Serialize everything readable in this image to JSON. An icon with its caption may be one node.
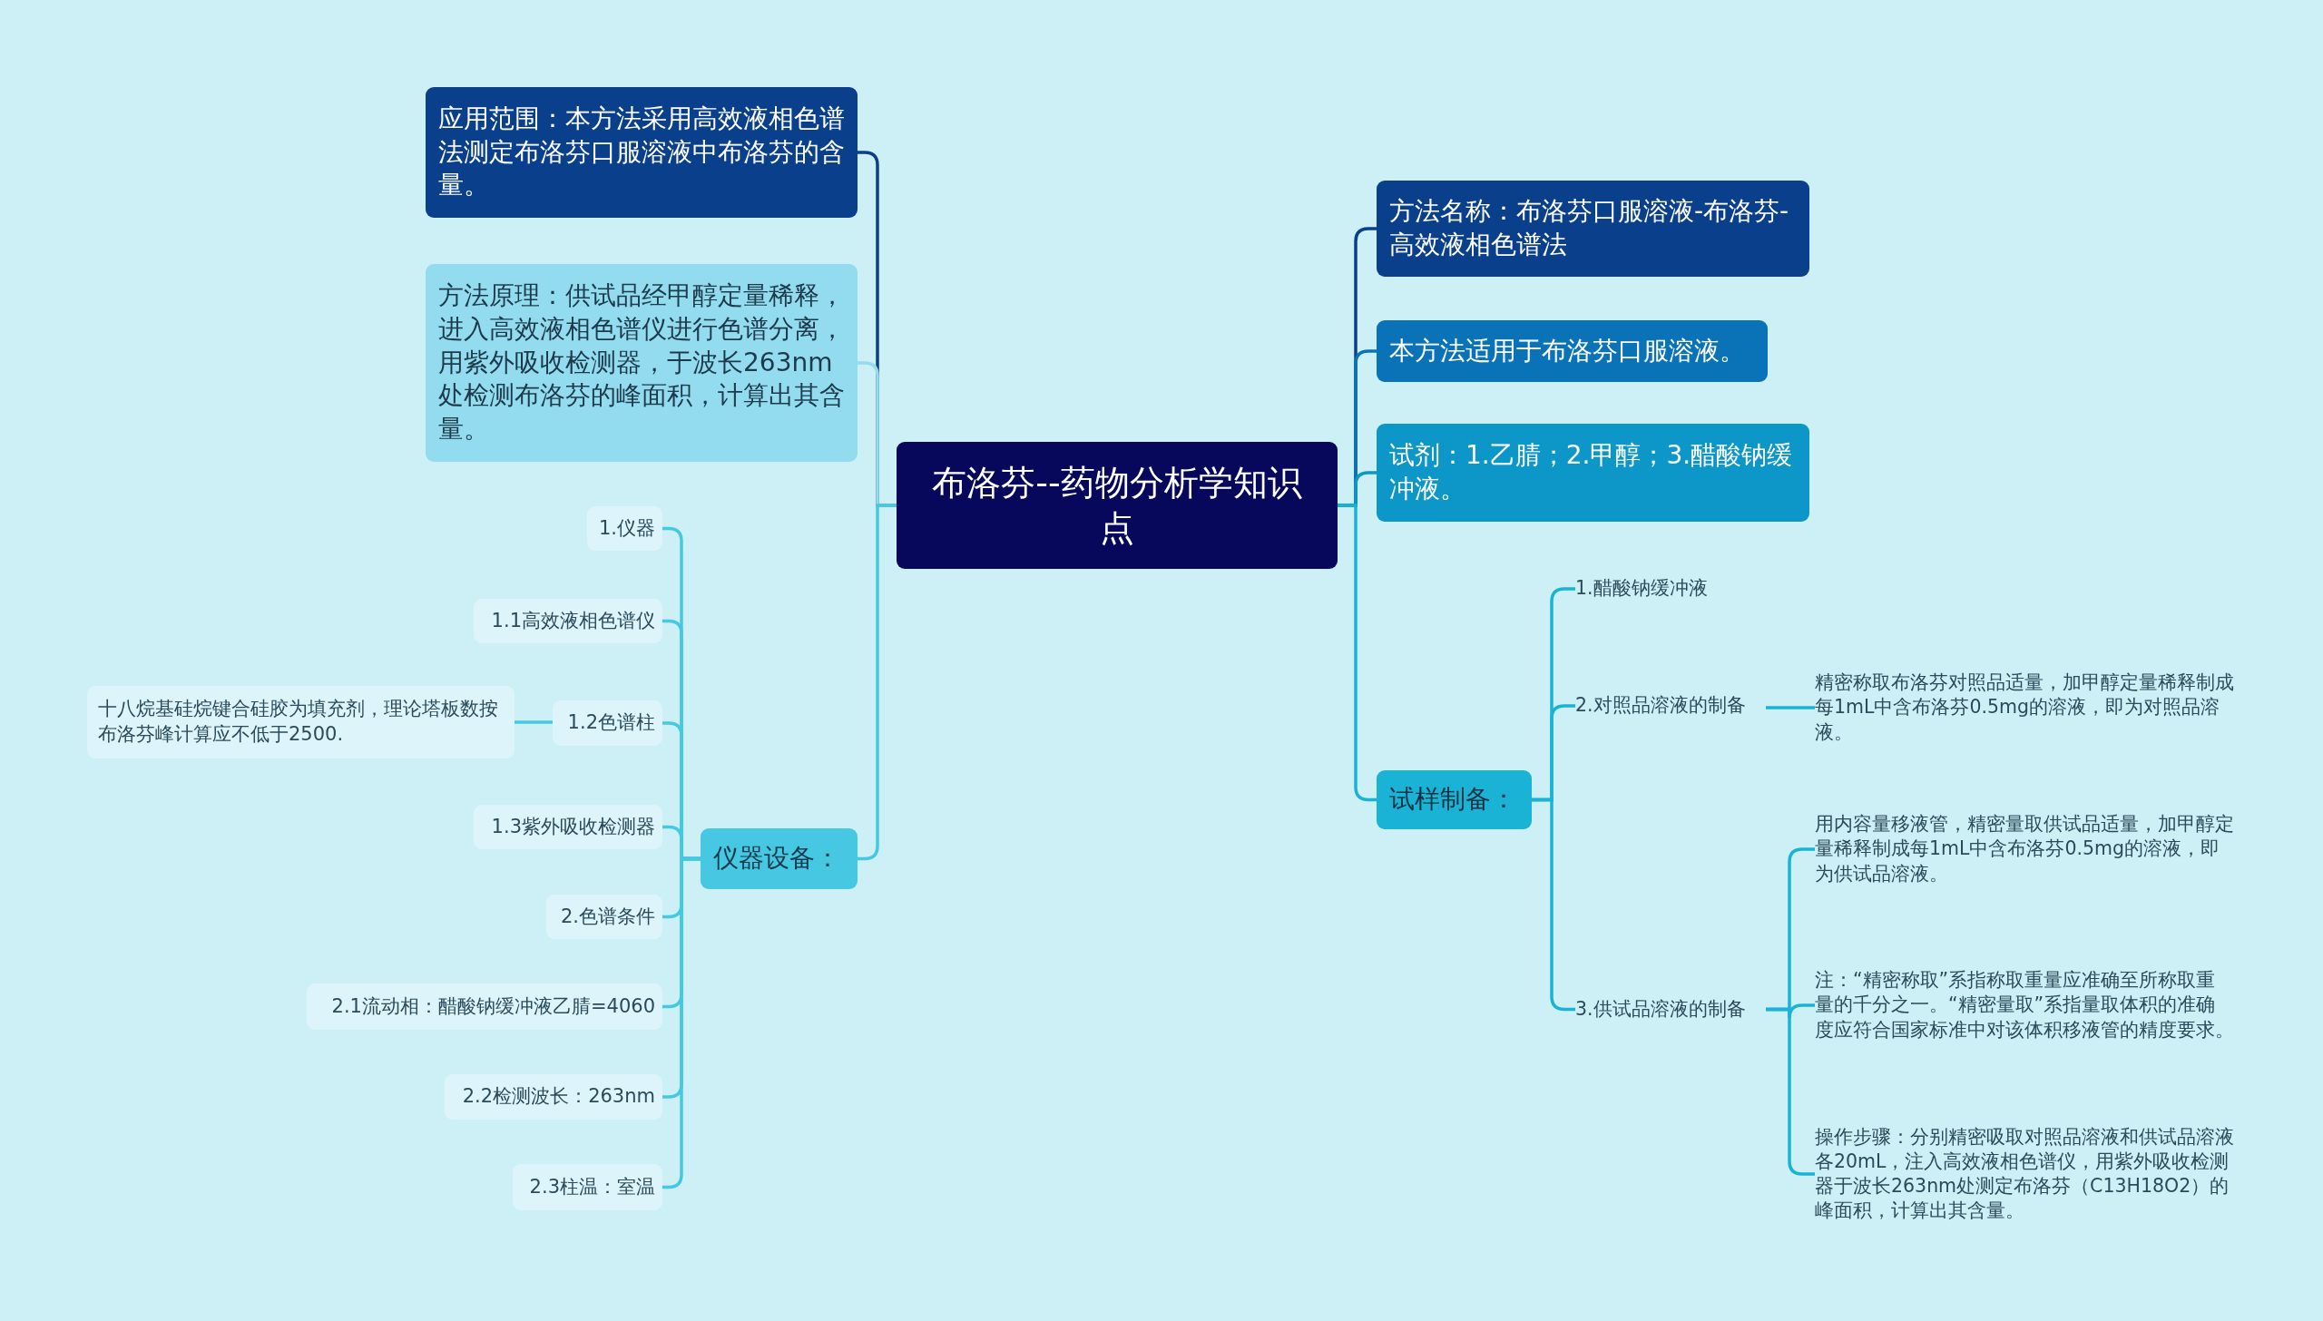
{
  "diagram": {
    "nodes": [
      {
        "text": [
          "布洛芬--药物分析学知识点"
        ]
      },
      {
        "text": [
          "应用范围：本方法采用高效液相色谱法测定布洛芬口服溶液中布洛芬的含量。"
        ]
      },
      {
        "text": [
          "方法原理：供试品经甲醇定量稀释，进入高效液相色谱仪进行色谱分离，用紫外吸收检测器，于波长263nm处检测布洛芬的峰面积，计算出其含量。"
        ]
      },
      {
        "text": [
          "仪器设备："
        ]
      },
      {
        "text": [
          "1.仪器"
        ]
      },
      {
        "text": [
          "1.1高效液相色谱仪"
        ]
      },
      {
        "text": [
          "1.2色谱柱"
        ]
      },
      {
        "text": [
          "十八烷基硅烷键合硅胶为填充剂，理论塔板数按布洛芬峰计算应不低于2500."
        ]
      },
      {
        "text": [
          "1.3紫外吸收检测器"
        ]
      },
      {
        "text": [
          "2.色谱条件"
        ]
      },
      {
        "text": [
          "2.1流动相：醋酸钠缓冲液乙腈=4060"
        ]
      },
      {
        "text": [
          "2.2检测波长：263nm"
        ]
      },
      {
        "text": [
          "2.3柱温：室温"
        ]
      },
      {
        "text": [
          "方法名称：布洛芬口服溶液-布洛芬-高效液相色谱法"
        ]
      },
      {
        "text": [
          "本方法适用于布洛芬口服溶液。"
        ]
      },
      {
        "text": [
          "试剂：1.乙腈；2.甲醇；3.醋酸钠缓冲液。"
        ]
      },
      {
        "text": [
          "试样制备："
        ]
      },
      {
        "text": [
          "1.醋酸钠缓冲液"
        ]
      },
      {
        "text": [
          "2.对照品溶液的制备"
        ]
      },
      {
        "text": [
          "精密称取布洛芬对照品适量，加甲醇定量稀释制成每1mL中含布洛芬0.5mg的溶液，即为对照品溶液。"
        ]
      },
      {
        "text": [
          "3.供试品溶液的制备"
        ]
      },
      {
        "text": [
          "用内容量移液管，精密量取供试品适量，加甲醇定量稀释制成每1mL中含布洛芬0.5mg的溶液，即为供试品溶液。"
        ]
      },
      {
        "text": [
          "注：“精密称取”系指称取重量应准确至所称取重量的千分之一。“精密量取”系指量取体积的准确度应符合国家标准中对该体积移液管的精度要求。"
        ]
      },
      {
        "text": [
          "操作步骤：分别精密吸取对照品溶液和供试品溶液各20mL，注入高效液相色谱仪，用紫外吸收检测器于波长263nm处测定布洛芬（C13H18O2）的峰面积，计算出其含量。"
        ]
      }
    ],
    "edges": [
      {
        "from": 0,
        "to": 1,
        "arrow": "none",
        "color": "#0a3f8c"
      },
      {
        "from": 0,
        "to": 2,
        "arrow": "none",
        "color": "#93dcef"
      },
      {
        "from": 0,
        "to": 3,
        "arrow": "none",
        "color": "#46c8e3"
      },
      {
        "from": 3,
        "to": 4,
        "arrow": "none",
        "color": "#46c8e3"
      },
      {
        "from": 3,
        "to": 5,
        "arrow": "none",
        "color": "#46c8e3"
      },
      {
        "from": 3,
        "to": 6,
        "arrow": "none",
        "color": "#46c8e3"
      },
      {
        "from": 6,
        "to": 7,
        "arrow": "none",
        "color": "#46c8e3"
      },
      {
        "from": 3,
        "to": 8,
        "arrow": "none",
        "color": "#46c8e3"
      },
      {
        "from": 3,
        "to": 9,
        "arrow": "none",
        "color": "#46c8e3"
      },
      {
        "from": 3,
        "to": 10,
        "arrow": "none",
        "color": "#46c8e3"
      },
      {
        "from": 3,
        "to": 11,
        "arrow": "none",
        "color": "#46c8e3"
      },
      {
        "from": 3,
        "to": 12,
        "arrow": "none",
        "color": "#46c8e3"
      },
      {
        "from": 0,
        "to": 13,
        "arrow": "none",
        "color": "#0a3f8c"
      },
      {
        "from": 0,
        "to": 14,
        "arrow": "none",
        "color": "#0a73b8"
      },
      {
        "from": 0,
        "to": 15,
        "arrow": "none",
        "color": "#0d96c8"
      },
      {
        "from": 0,
        "to": 16,
        "arrow": "none",
        "color": "#1ab3d6"
      },
      {
        "from": 16,
        "to": 17,
        "arrow": "none",
        "color": "#1ab3d6"
      },
      {
        "from": 16,
        "to": 18,
        "arrow": "none",
        "color": "#1ab3d6"
      },
      {
        "from": 18,
        "to": 19,
        "arrow": "none",
        "color": "#1ab3d6"
      },
      {
        "from": 16,
        "to": 20,
        "arrow": "none",
        "color": "#1ab3d6"
      },
      {
        "from": 20,
        "to": 21,
        "arrow": "none",
        "color": "#1ab3d6"
      },
      {
        "from": 20,
        "to": 22,
        "arrow": "none",
        "color": "#1ab3d6"
      },
      {
        "from": 20,
        "to": 23,
        "arrow": "none",
        "color": "#1ab3d6"
      }
    ]
  }
}
